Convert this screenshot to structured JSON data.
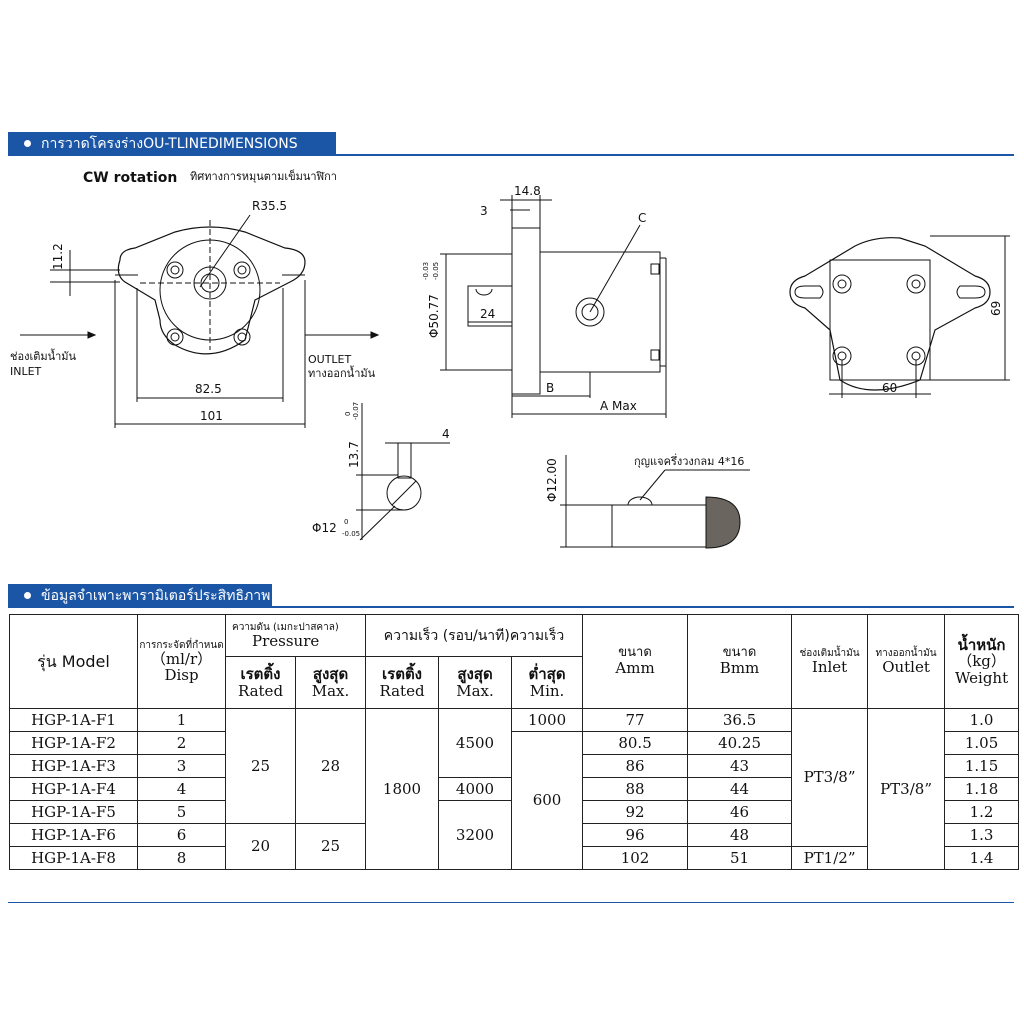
{
  "section1": {
    "title": "การวาดโครงร่างOU-TLINEDIMENSIONS"
  },
  "drawing": {
    "cw_label": "CW rotation",
    "cw_thai": "ทิศทางการหมุนตามเข็มนาฬิกา",
    "radius": "R35.5",
    "dim_11_2": "11.2",
    "inlet_thai": "ช่องเติมน้ำมัน",
    "inlet": "INLET",
    "outlet": "OUTLET",
    "outlet_thai": "ทางออกน้ำมัน",
    "dim_82_5": "82.5",
    "dim_101": "101",
    "dim_14_8": "14.8",
    "dim_3": "3",
    "label_c": "C",
    "dim_phi50": "Φ50.77",
    "tol_50_top": "-0.03",
    "tol_50_bot": "-0.05",
    "dim_24": "24",
    "label_b": "B",
    "label_a": "A Max",
    "dim_69": "69",
    "dim_60": "60",
    "dim_13_7": "13.7",
    "tol_13_top": "0",
    "tol_13_bot": "-0.07",
    "dim_4": "4",
    "dim_phi12": "Φ12",
    "tol_12_top": "0",
    "tol_12_bot": "-0.05",
    "dim_phi12_00": "Φ12.00",
    "key_label": "กุญแจครึ่งวงกลม 4*16"
  },
  "section2": {
    "title": "ข้อมูลจำเพาะพารามิเตอร์ประสิทธิภาพ"
  },
  "table": {
    "h_model": "รุ่น Model",
    "h_disp_thai": "การกระจัดที่กำหนด",
    "h_disp_unit": "（ml/r）",
    "h_disp": "Disp",
    "h_pressure_thai": "ความดัน (เมกะปาสคาล)",
    "h_pressure": "Pressure",
    "h_rated_thai": "เรตติ้ง",
    "h_rated": "Rated",
    "h_max_thai": "สูงสุด",
    "h_max": "Max.",
    "h_speed": "ความเร็ว (รอบ/นาที)ความเร็ว",
    "h_speed_rated_thai": "เรตติ้ง",
    "h_speed_rated": "Rated",
    "h_speed_max_thai": "สูงสุด",
    "h_speed_max": "Max.",
    "h_speed_min_thai": "ต่ำสุด",
    "h_speed_min": "Min.",
    "h_amm_thai": "ขนาด",
    "h_amm": "Amm",
    "h_bmm_thai": "ขนาด",
    "h_bmm": "Bmm",
    "h_inlet_thai": "ช่องเติมน้ำมัน",
    "h_inlet": "Inlet",
    "h_outlet_thai": "ทางออกน้ำมัน",
    "h_outlet": "Outlet",
    "h_weight_thai": "น้ำหนัก",
    "h_weight_unit": "（kg）",
    "h_weight": "Weight",
    "rows": [
      {
        "model": "HGP-1A-F1",
        "disp": "1",
        "amm": "77",
        "bmm": "36.5",
        "weight": "1.0"
      },
      {
        "model": "HGP-1A-F2",
        "disp": "2",
        "amm": "80.5",
        "bmm": "40.25",
        "weight": "1.05"
      },
      {
        "model": "HGP-1A-F3",
        "disp": "3",
        "amm": "86",
        "bmm": "43",
        "weight": "1.15"
      },
      {
        "model": "HGP-1A-F4",
        "disp": "4",
        "amm": "88",
        "bmm": "44",
        "weight": "1.18"
      },
      {
        "model": "HGP-1A-F5",
        "disp": "5",
        "amm": "92",
        "bmm": "46",
        "weight": "1.2"
      },
      {
        "model": "HGP-1A-F6",
        "disp": "6",
        "amm": "96",
        "bmm": "48",
        "weight": "1.3"
      },
      {
        "model": "HGP-1A-F8",
        "disp": "8",
        "amm": "102",
        "bmm": "51",
        "weight": "1.4"
      }
    ],
    "pressure_rated_a": "25",
    "pressure_max_a": "28",
    "pressure_rated_b": "20",
    "pressure_max_b": "25",
    "speed_rated": "1800",
    "speed_max_a": "4500",
    "speed_max_b": "4000",
    "speed_max_c": "3200",
    "speed_min_a": "1000",
    "speed_min_b": "600",
    "inlet_a": "PT3/8”",
    "inlet_b": "PT1/2”",
    "outlet": "PT3/8”"
  }
}
